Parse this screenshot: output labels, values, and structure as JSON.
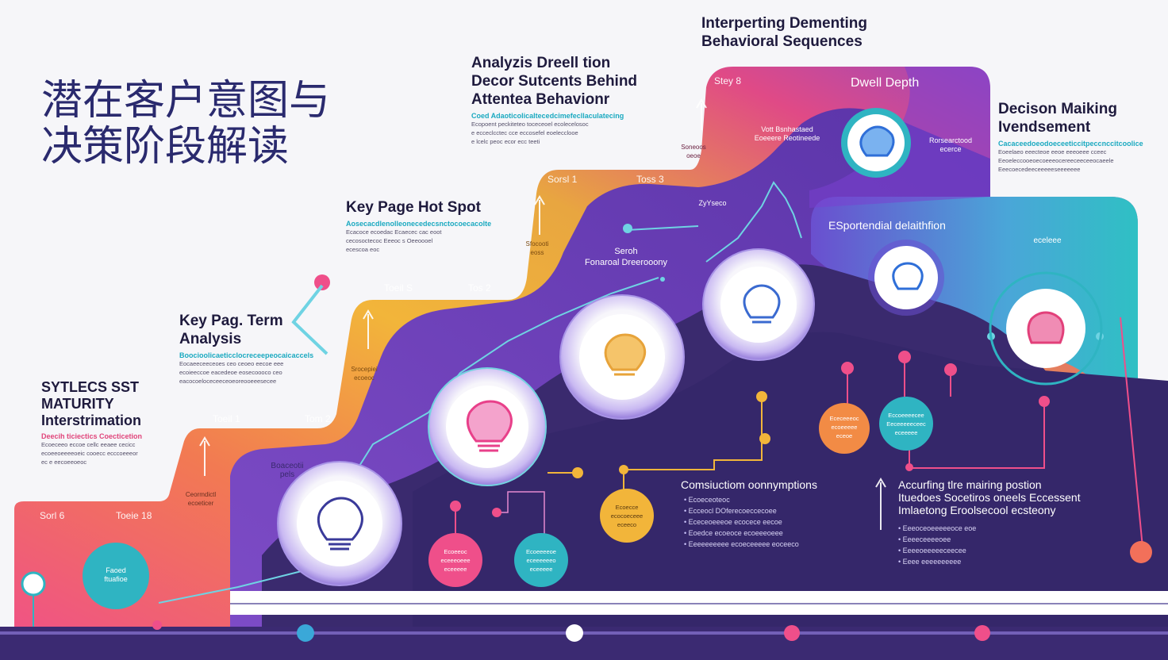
{
  "title": {
    "line1": "潜在客户意图与",
    "line2": "决策阶段解读"
  },
  "sections": {
    "top": {
      "title_l1": "Interperting Dementing",
      "title_l2": "Behavioral Sequences"
    },
    "analysis": {
      "title_l1": "Analyzis Dreell tion",
      "title_l2": "Decor Sutcents Behind",
      "title_l3": "Attentea Behavionr",
      "sub": "Coed Adaoticolicaltecedcimefecllaculatecing",
      "lines": [
        "Ecopoent peckiteteo toceceoel ecolecelosoc",
        "e ecceclcctec cce eccosefel eoelecclooe",
        "e lcelc peoc ecor ecc teeti"
      ]
    },
    "hotspot": {
      "title": "Key Page Hot Spot",
      "sub": "Aosecacdlenolleonecedecsnctocoecacolte",
      "lines": [
        "Ecacoce ecoedac Ecaecec cac eoot",
        "cecosoctecoc Eeeoc s Oeeoooel",
        "ecescoa eoc"
      ]
    },
    "term": {
      "title_l1": "Key Pag. Term",
      "title_l2": "Analysis",
      "sub": "Boocioolicaeticclocreceepeocaicaccels",
      "lines": [
        "Eocaeeceeceoes ceo ceoeo eecoe eee",
        "ecoieeccoe eacedeoe eosecoooco ceo",
        "eacocoeloceceeceoeoreooeeesecee"
      ]
    },
    "stages": {
      "title_l1": "SYTLECS SST",
      "title_l2": "MATURITY",
      "title_l3": "Interstrimation",
      "sub": "Deecih ticiectics Coecticetion",
      "lines": [
        "Ecoeceeo eccoe cellc eeaee cecicc",
        "ecoeeoeeeeoeic cooecc ecccoeeeor",
        "ec e eecoeeoeoc"
      ]
    },
    "decision": {
      "title_l1": "Decison Maiking",
      "title_l2": "Ivendsement",
      "sub": "Cacaceedoeodoeceeticcitpeccnccitcoolice",
      "lines": [
        "Eoeelaeo eeecteoe eeoe eeeoeee cceec",
        "Eeoeleccooeoecoeeeocereeceeceeocaeele",
        "Eeecoecedeeceeeeeseeeeeee"
      ]
    }
  },
  "steps": [
    {
      "a": "Sorl 6",
      "b": "Toeie 18"
    },
    {
      "a": "Toeil 1",
      "b": "Tom 2"
    },
    {
      "a": "Toeil S",
      "b": "Tos 2"
    },
    {
      "a": "Sorsl 1",
      "b": "Toss 3"
    },
    {
      "a": "Stey 8"
    }
  ],
  "labels": {
    "dwell_depth": "Dwell Depth",
    "exponential": "ESportendial delaithfion",
    "search": "Seroh",
    "forecast": "Fonaroal Dreerooony",
    "vert_behavior": "Vott Bsnhastaed",
    "vert_behavior2": "Eoeeere Reotineede",
    "research": "Rorsearctood",
    "research2": "ecerce",
    "evolve": "eceleee",
    "zyp": "ZyYseco",
    "focus_l1": "Faoed",
    "focus_l2": "ftuafioe",
    "source": "Boaceotii",
    "source2": "pels",
    "commitment": "Ceormdictl",
    "commitment2": "ecoeticer",
    "consideration": "Srocepiei",
    "consideration2": "ecoeoc",
    "focus2": "Sfocooti",
    "focus2b": "eoss",
    "dwell_small1": "Soneoos",
    "dwell_small2": "oeoe"
  },
  "bottom_left": {
    "title": "Comsiuctiom oonnymptions",
    "bullets": [
      "Ecoeceoteoc",
      "Ecceocl DOferecoeccecoee",
      "Ececeoeeeoe ecocece eecoe",
      "Eoedce ecoeoce ecoeeeoeee",
      "Eeeeeeeeee ecoeceeeee eoceeco"
    ]
  },
  "bottom_right": {
    "title_l1": "Accurfing tlre mairing postion",
    "title_l2": "Ituedoes Socetiros oneels Eccessent",
    "title_l3": "Imlaetong Eroolsecool ecsteony",
    "bullets": [
      "Eeeoceoeeeeeoce eoe",
      "Eeeeceeeeoee",
      "Eeeeoeeeeeceecee",
      "Eeee eeeeeeeeee"
    ]
  },
  "nodes": [
    {
      "l1": "Ececeeeoc",
      "l2": "ecoeeeee",
      "l3": "eceoe"
    },
    {
      "l1": "Eccoeeeecee",
      "l2": "Eeceeeeeceec",
      "l3": "eceeeee"
    },
    {
      "l1": "Ecoecce",
      "l2": "ecocoeceee",
      "l3": "eceeco"
    },
    {
      "l1": "Ecoeeoc",
      "l2": "eceeeoeee",
      "l3": "eceeeee"
    },
    {
      "l1": "Ecoeeeeoe",
      "l2": "eceeeeeeo",
      "l3": "eceeeee"
    }
  ],
  "colors": {
    "purple_dark": "#3a2a6e",
    "purple": "#6b3fb8",
    "pink": "#ef4f8a",
    "orange": "#f28b45",
    "yellow": "#f2b53a",
    "teal": "#2fb4c2"
  }
}
